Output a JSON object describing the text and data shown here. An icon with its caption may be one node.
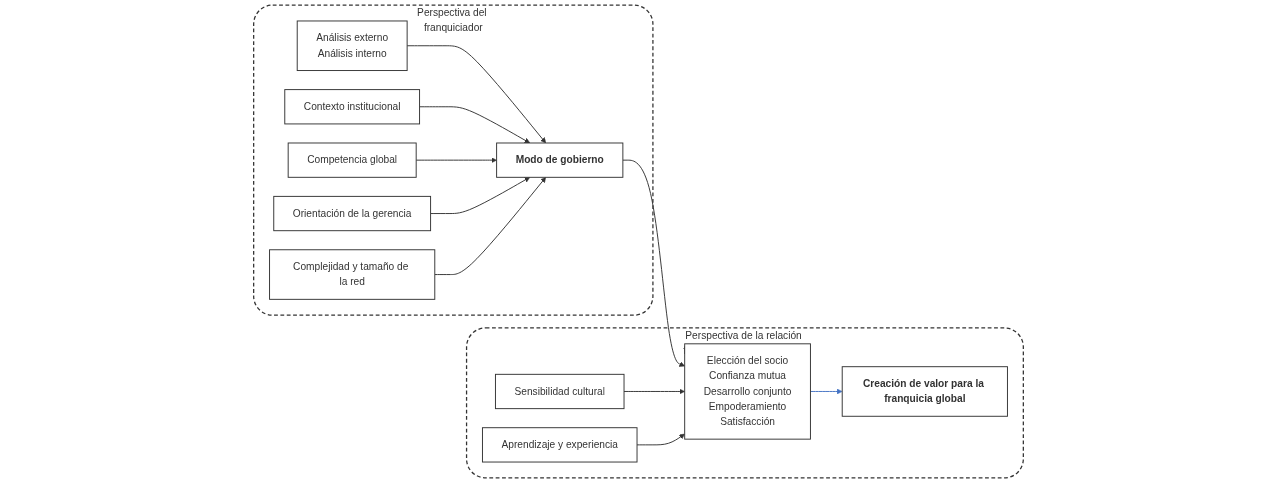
{
  "diagram": {
    "nodes": [
      {
        "text": [
          "Perspectiva del franquiciador"
        ]
      },
      {
        "text": [
          "Contexto institucional"
        ],
        "in": 0
      },
      {
        "text": [
          "Competencia global"
        ],
        "in": 0
      },
      {
        "text": [
          "Análisis externo",
          "Análisis interno"
        ],
        "in": 0
      },
      {
        "text": [
          "Modo de gobierno"
        ],
        "in": 0
      },
      {
        "text": [
          "Orientación de la gerencia"
        ],
        "in": 0
      },
      {
        "text": [
          "Complejidad y tamaño de la red"
        ],
        "in": 0
      },
      {
        "text": [
          "Perspectiva de la relación franquiciador - franquiciado"
        ]
      },
      {
        "text": [
          "Sensibilidad cultural"
        ],
        "in": 7
      },
      {
        "text": [
          "Elección del socio",
          "Confianza mutua",
          "Desarrollo conjunto",
          "Empoderamiento",
          "Satisfacción"
        ],
        "in": 7
      },
      {
        "text": [
          "Aprendizaje y experiencia"
        ],
        "in": 7
      },
      {
        "text": [
          "Creación de valor para la franquicia global"
        ],
        "in": 7
      }
    ],
    "edges": [
      {
        "from": 3,
        "to": 4,
        "arrow": "to"
      },
      {
        "from": 1,
        "to": 4,
        "arrow": "to"
      },
      {
        "from": 2,
        "to": 4,
        "arrow": "to"
      },
      {
        "from": 5,
        "to": 4,
        "arrow": "to"
      },
      {
        "from": 6,
        "to": 4,
        "arrow": "to"
      },
      {
        "from": 4,
        "to": 9,
        "arrow": "to"
      },
      {
        "from": 8,
        "to": 9,
        "arrow": "to"
      },
      {
        "from": 10,
        "to": 9,
        "arrow": "to"
      },
      {
        "from": 9,
        "to": 11,
        "arrow": "to",
        "color": "#4472c4"
      }
    ]
  }
}
